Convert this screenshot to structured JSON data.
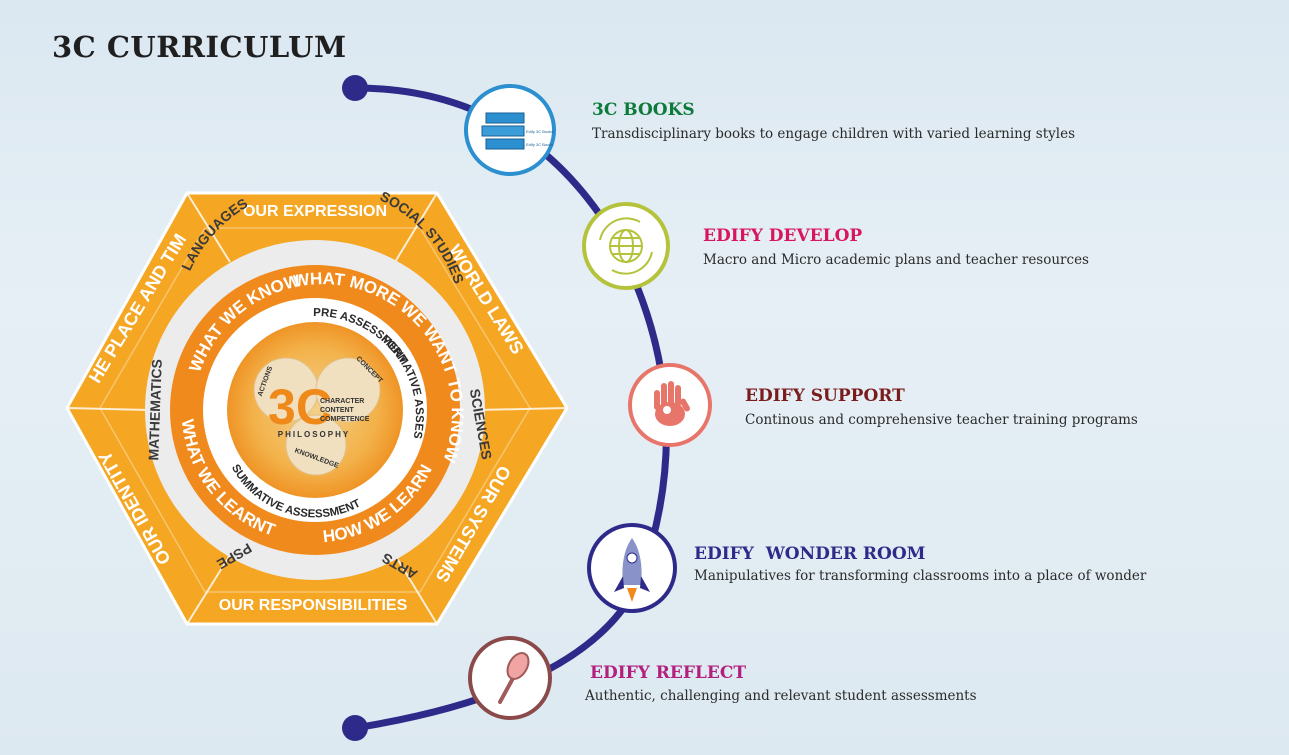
{
  "title": "3C CURRICULUM",
  "hexagon": {
    "outer_labels": {
      "top": "OUR EXPRESSION",
      "upper_right": "WORLD LAWS",
      "lower_right": "OUR SYSTEMS",
      "bottom": "OUR RESPONSIBILITIES",
      "lower_left": "OUR IDENTITY",
      "upper_left": "THE PLACE AND TIME"
    },
    "subject_labels": [
      "LANGUAGES",
      "SOCIAL STUDIES",
      "SCIENCES",
      "ARTS",
      "PSPE",
      "MATHEMATICS"
    ],
    "ring_labels": {
      "what_we_know": "WHAT WE KNOW",
      "what_more": "WHAT MORE WE WANT TO KNOW",
      "how_we_learn": "HOW WE LEARN",
      "what_we_learnt": "WHAT WE LEARNT"
    },
    "assessment_labels": {
      "pre": "PRE ASSESSMENT",
      "formative": "FORMATIVE ASSESSMENT",
      "summative": "SUMMATIVE ASSESSMENT"
    },
    "core": {
      "logo": "3C",
      "lines": [
        "CHARACTER",
        "CONTENT",
        "COMPETENCE"
      ],
      "philosophy": "PHILOSOPHY",
      "bubbles": [
        "ACTIONS",
        "CONCEPT",
        "KNOWLEDGE"
      ]
    }
  },
  "items": [
    {
      "title": "3C BOOKS",
      "description": "Transdisciplinary books to engage children with varied learning styles",
      "color": "#0d7a3a",
      "ring_color": "#2b8fd0",
      "icon": "books-icon"
    },
    {
      "title": "EDIFY DEVELOP",
      "description": "Macro and Micro academic plans and teacher resources",
      "color": "#d9155d",
      "ring_color": "#b5c33c",
      "icon": "globe-cycle-icon"
    },
    {
      "title": "EDIFY SUPPORT",
      "description": "Continous and comprehensive teacher training programs",
      "color": "#7a1c1c",
      "ring_color": "#e8756a",
      "icon": "hand-icon"
    },
    {
      "title": "EDIFY  WONDER ROOM",
      "description": "Manipulatives for transforming classrooms into a place of wonder",
      "color": "#2d2a8a",
      "ring_color": "#2d2a8a",
      "icon": "rocket-icon"
    },
    {
      "title": "EDIFY REFLECT",
      "description": "Authentic, challenging and relevant student assessments",
      "color": "#b21f7d",
      "ring_color": "#8a4a4a",
      "icon": "hand-mirror-icon"
    }
  ],
  "book_labels": [
    "Edify 3C Books",
    "Edify 3C Books"
  ],
  "colors": {
    "hexagon": "#f5a623",
    "ring_orange": "#f18a1c",
    "curve": "#2d2a8a"
  }
}
